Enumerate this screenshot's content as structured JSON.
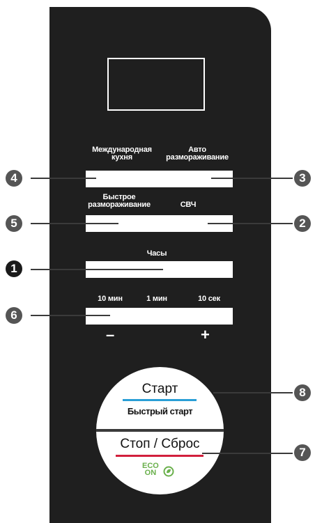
{
  "panel": {
    "labels": {
      "intl_cuisine": "Международная\nкухня",
      "auto_defrost": "Авто\nразмораживание",
      "quick_defrost": "Быстрое\nразмораживание",
      "microwave": "СВЧ",
      "clock": "Часы",
      "ten_min": "10 мин",
      "one_min": "1 мин",
      "ten_sec": "10 сек"
    },
    "minus": "–",
    "plus": "+"
  },
  "callouts": {
    "n1": "1",
    "n2": "2",
    "n3": "3",
    "n4": "4",
    "n5": "5",
    "n6": "6",
    "n7": "7",
    "n8": "8"
  },
  "round_button": {
    "start": "Старт",
    "quick_start": "Быстрый старт",
    "stop_reset": "Стоп / Сброс",
    "eco_line1": "ECO",
    "eco_line2": "ON"
  },
  "colors": {
    "panel": "#1f1f1f",
    "start_accent": "#2a9fd6",
    "stop_accent": "#d21f3c",
    "eco_green": "#6ab04c"
  }
}
